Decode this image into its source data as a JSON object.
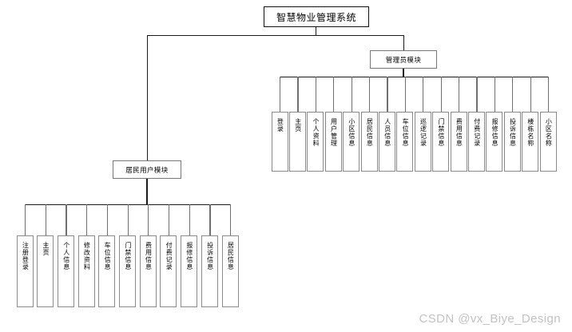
{
  "diagram": {
    "root": {
      "label": "智慧物业管理系统"
    },
    "admin_module": {
      "label": "管理员模块",
      "children": [
        {
          "label": "登录"
        },
        {
          "label": "主页"
        },
        {
          "label": "个人资料"
        },
        {
          "label": "用户管理"
        },
        {
          "label": "小区信息"
        },
        {
          "label": "居民信息"
        },
        {
          "label": "人员信息"
        },
        {
          "label": "车位信息"
        },
        {
          "label": "巡逻记录"
        },
        {
          "label": "门禁信息"
        },
        {
          "label": "费用信息"
        },
        {
          "label": "付费记录"
        },
        {
          "label": "报修信息"
        },
        {
          "label": "投诉信息"
        },
        {
          "label": "楼栋名称"
        },
        {
          "label": "小区名称"
        }
      ]
    },
    "resident_module": {
      "label": "居民用户模块",
      "children": [
        {
          "label": "注册登录"
        },
        {
          "label": "主页"
        },
        {
          "label": "个人信息"
        },
        {
          "label": "修改资料"
        },
        {
          "label": "车位信息"
        },
        {
          "label": "门禁信息"
        },
        {
          "label": "费用信息"
        },
        {
          "label": "付费记录"
        },
        {
          "label": "报修信息"
        },
        {
          "label": "投诉信息"
        },
        {
          "label": "居民信息"
        }
      ]
    }
  },
  "watermark": {
    "text": "CSDN @vx_Biye_Design"
  },
  "colors": {
    "line": "#1a1a1a",
    "module_border": "#777777",
    "leaf_border": "#8a8a8a",
    "root_border": "#111111",
    "background": "#ffffff",
    "watermark": "#c2c2c2"
  }
}
